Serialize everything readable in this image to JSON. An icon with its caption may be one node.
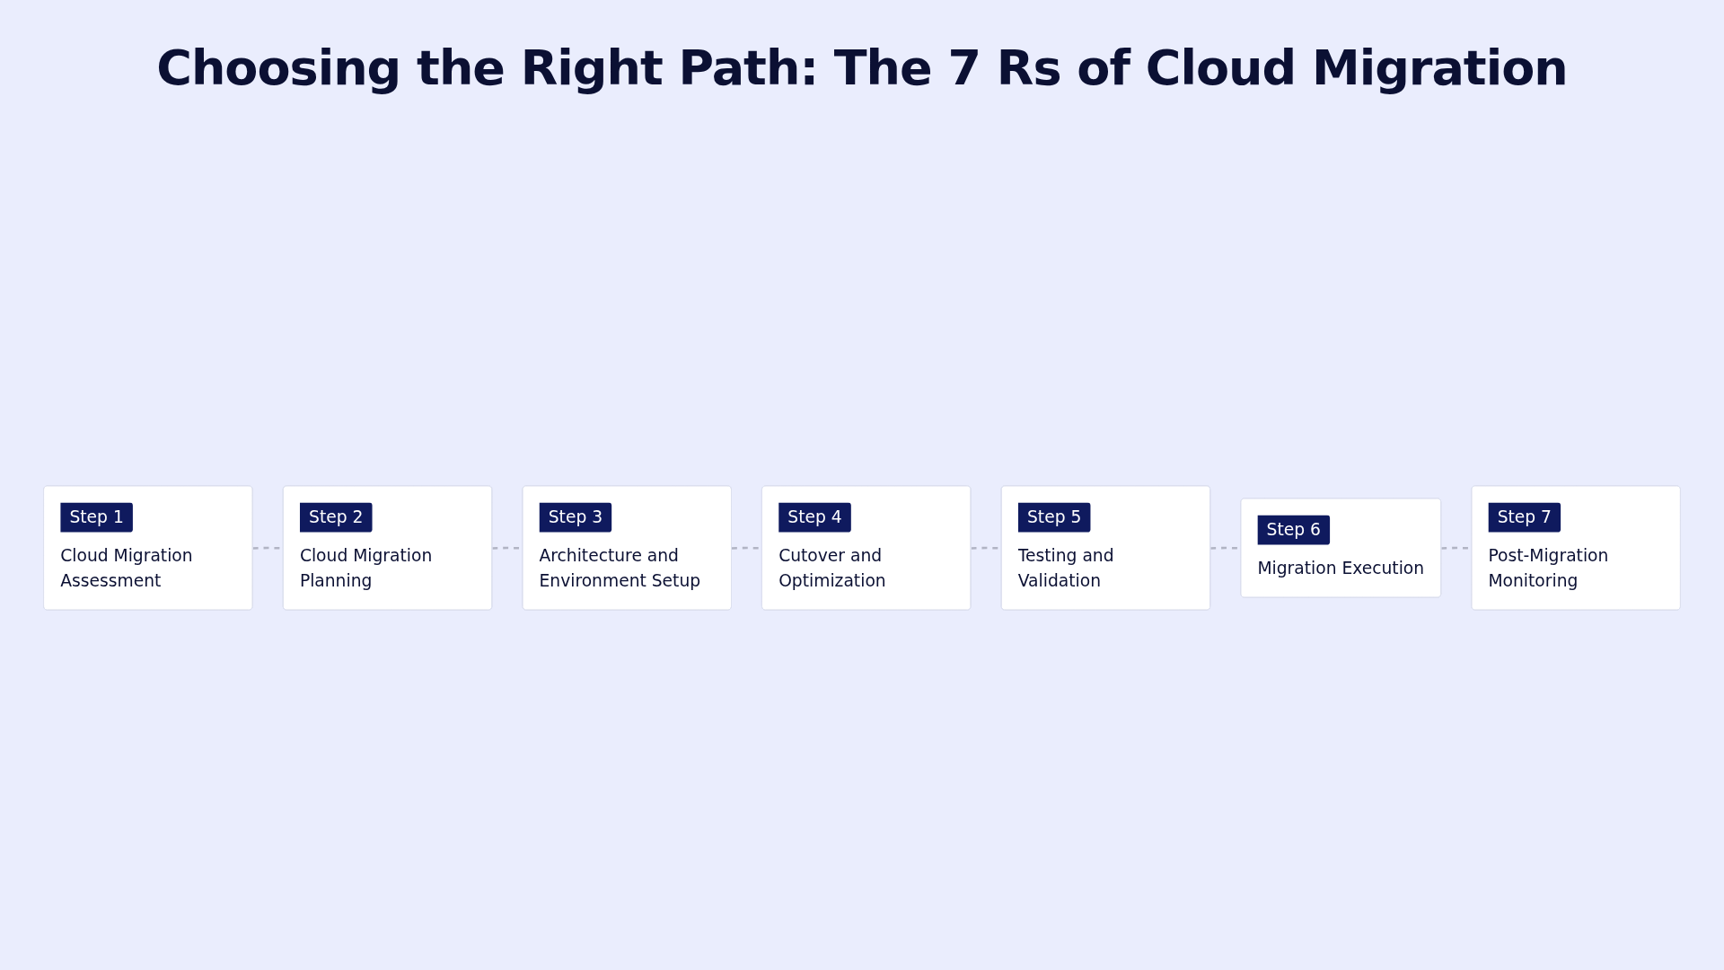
{
  "diagram": {
    "title": "Choosing the Right Path: The 7 Rs of Cloud Migration",
    "nodes": [
      {
        "text": [
          "Step 1",
          "Cloud Migration Assessment"
        ]
      },
      {
        "text": [
          "Step 2",
          "Cloud Migration Planning"
        ]
      },
      {
        "text": [
          "Step 3",
          "Architecture and Environment Setup"
        ]
      },
      {
        "text": [
          "Step 4",
          "Cutover and Optimization"
        ]
      },
      {
        "text": [
          "Step 5",
          "Testing and Validation"
        ]
      },
      {
        "text": [
          "Step 6",
          "Migration Execution"
        ]
      },
      {
        "text": [
          "Step 7",
          "Post-Migration Monitoring"
        ]
      }
    ],
    "edges": [
      {
        "from": 0,
        "to": 1,
        "arrow": "none",
        "style": "dashed"
      },
      {
        "from": 1,
        "to": 2,
        "arrow": "none",
        "style": "dashed"
      },
      {
        "from": 2,
        "to": 3,
        "arrow": "none",
        "style": "dashed"
      },
      {
        "from": 3,
        "to": 4,
        "arrow": "none",
        "style": "dashed"
      },
      {
        "from": 4,
        "to": 5,
        "arrow": "none",
        "style": "dashed"
      },
      {
        "from": 5,
        "to": 6,
        "arrow": "none",
        "style": "dashed"
      }
    ]
  }
}
